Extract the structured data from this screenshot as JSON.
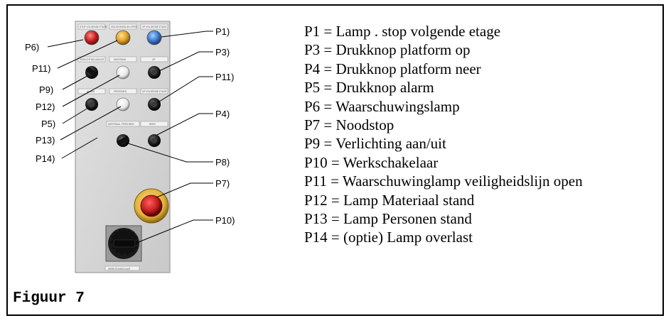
{
  "caption": "Figuur 7",
  "legend": [
    "P1 = Lamp . stop volgende etage",
    "P3 = Drukknop platform op",
    "P4 = Drukknop platform neer",
    "P5 = Drukknop alarm",
    "P6 = Waarschuwingslamp",
    "P7 = Noodstop",
    "P9 = Verlichting aan/uit",
    "P10 = Werkschakelaar",
    "P11 = Waarschuwinglamp veiligheidslijn open",
    "P12 = Lamp Materiaal stand",
    "P13 = Lamp Personen stand",
    "P14 = (optie) Lamp overlast"
  ],
  "callouts": {
    "p1": "P1)",
    "p3": "P3)",
    "p11_right": "P11)",
    "p4": "P4)",
    "p8": "P8)",
    "p7": "P7)",
    "p10": "P10)",
    "p6": "P6)",
    "p11_left": "P11)",
    "p9": "P9)",
    "p12": "P12)",
    "p5": "P5)",
    "p13": "P13)",
    "p14": "P14)"
  },
  "panel_plate_labels": {
    "row1": [
      "STOP VOLGENDE ETAGE",
      "VEILIGHEIDSLIJN OPEN",
      "OP VOLGENDE ETAGE"
    ],
    "row2": [
      "VERLICHTING AAN/UIT",
      "MATERIAAL",
      "OP"
    ],
    "row3": [
      "ALARM",
      "PERSONEN",
      "OP VOLGENDE ETAGE"
    ],
    "row4": [
      "MATERIAAL PERSONEN",
      "NEER"
    ],
    "bottom": "WERKSCHAKELAAR"
  },
  "colors": {
    "lamp_red": "#c42020",
    "lamp_orange": "#e0a020",
    "lamp_blue": "#3a78c8",
    "emergency_ring": "#e2b43a",
    "emergency_button": "#c81e1e",
    "panel": "#d7d7d7"
  }
}
